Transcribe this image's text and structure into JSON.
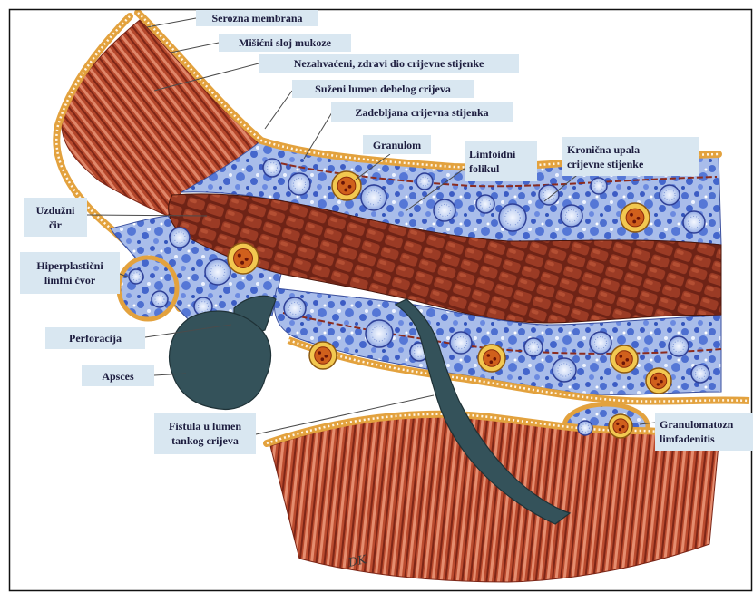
{
  "labels": {
    "serozna_membrana": "Serozna membrana",
    "misicni_sloj_mukoze": "Mišićni sloj mukoze",
    "nezahvaceni": "Nezahvaćeni, zdravi dio crijevne stijenke",
    "suzeni_lumen": "Suženi lumen debelog crijeva",
    "zadebljana_stijenka": "Zadebljana crijevna stijenka",
    "granulom": "Granulom",
    "limfoidni_folikul": [
      "Limfoidni",
      "folikul"
    ],
    "kronicna_upala": [
      "Kronična upala",
      "crijevne stijenke"
    ],
    "uzduzni_cir": [
      "Uzdužni",
      "čir"
    ],
    "hiperplasticni_limfni_cvor": [
      "Hiperplastični",
      "limfni čvor"
    ],
    "perforacija": "Perforacija",
    "apsces": "Apsces",
    "fistula": [
      "Fistula u lumen",
      "tankog crijeva"
    ],
    "granulomatozni_limfadenitis": [
      "Granulomatozn",
      "limfadenitis"
    ]
  },
  "signature": "DK",
  "colors": {
    "label_background": "#d9e7f1",
    "label_text": "#1d1d3f",
    "serosa": "#e3a23e",
    "abscess": "#34525a",
    "granuloma_ring": "#f2c850",
    "granuloma_core": "#d0601c"
  }
}
